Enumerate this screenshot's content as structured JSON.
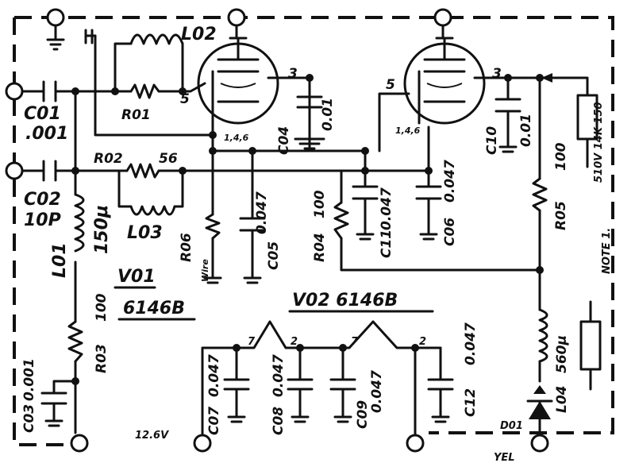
{
  "tubes": {
    "v01": {
      "ref": "V01",
      "type": "6146B",
      "pin_a": "3",
      "pin_g": "5",
      "pin_k": "1,4,6"
    },
    "v02": {
      "ref": "V02 6146B",
      "pin_a": "3",
      "pin_g": "5",
      "pin_k": "1,4,6"
    }
  },
  "components": {
    "c01": {
      "ref": "C01",
      "value": ".001"
    },
    "c02": {
      "ref": "C02",
      "value": "10P"
    },
    "c03": {
      "ref": "C03",
      "value": "0.001"
    },
    "c04": {
      "ref": "C04",
      "value": "0.01"
    },
    "c05": {
      "ref": "C05",
      "value": "0.047"
    },
    "c06": {
      "ref": "C06",
      "value": "0.047"
    },
    "c07": {
      "ref": "C07",
      "value": "0.047"
    },
    "c08": {
      "ref": "C08",
      "value": "0.047"
    },
    "c09": {
      "ref": "C09",
      "value": "0.047"
    },
    "c10": {
      "ref": "C10",
      "value": "0.01"
    },
    "c11": {
      "ref": "C11",
      "value": "0.047"
    },
    "c12": {
      "ref": "C12",
      "value": "0.047"
    },
    "r01": {
      "ref": "R01"
    },
    "r02": {
      "ref": "R02",
      "value": "56"
    },
    "r03": {
      "ref": "R03",
      "value": "100"
    },
    "r04": {
      "ref": "R04",
      "value": "100"
    },
    "r05": {
      "ref": "R05",
      "value": "100"
    },
    "r06": {
      "ref": "R06",
      "note": "Wire"
    },
    "l01": {
      "ref": "L01",
      "value": "150μ"
    },
    "l02": {
      "ref": "L02"
    },
    "l03": {
      "ref": "L03"
    },
    "l04": {
      "ref": "L04",
      "value": "560μ"
    },
    "d01": {
      "ref": "D01"
    }
  },
  "pins": {
    "p7a": "7",
    "p2a": "2",
    "p7b": "7",
    "p2b": "2"
  },
  "annotations": {
    "heater_supply": "12.6V",
    "yel": "YEL",
    "note": "NOTE 1.",
    "ext_res": "510V 14K 150"
  }
}
